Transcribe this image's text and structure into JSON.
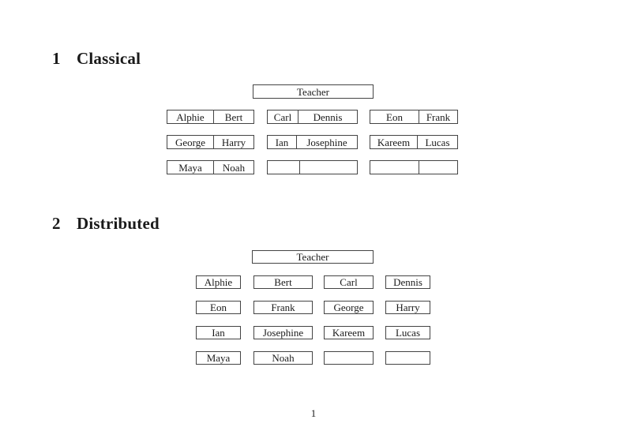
{
  "page": {
    "number": "1",
    "background_color": "#ffffff",
    "border_color": "#444444",
    "text_color": "#1a1a1a"
  },
  "sections": {
    "classical": {
      "heading_number": "1",
      "heading_title": "Classical",
      "teacher_label": "Teacher",
      "desks": [
        {
          "seats": [
            "Alphie",
            "Bert"
          ]
        },
        {
          "seats": [
            "Carl",
            "Dennis"
          ]
        },
        {
          "seats": [
            "Eon",
            "Frank"
          ]
        },
        {
          "seats": [
            "George",
            "Harry"
          ]
        },
        {
          "seats": [
            "Ian",
            "Josephine"
          ]
        },
        {
          "seats": [
            "Kareem",
            "Lucas"
          ]
        },
        {
          "seats": [
            "Maya",
            "Noah"
          ]
        },
        {
          "seats": [
            "",
            ""
          ]
        },
        {
          "seats": [
            "",
            ""
          ]
        }
      ]
    },
    "distributed": {
      "heading_number": "2",
      "heading_title": "Distributed",
      "teacher_label": "Teacher",
      "seats": [
        "Alphie",
        "Bert",
        "Carl",
        "Dennis",
        "Eon",
        "Frank",
        "George",
        "Harry",
        "Ian",
        "Josephine",
        "Kareem",
        "Lucas",
        "Maya",
        "Noah",
        "",
        ""
      ]
    }
  }
}
